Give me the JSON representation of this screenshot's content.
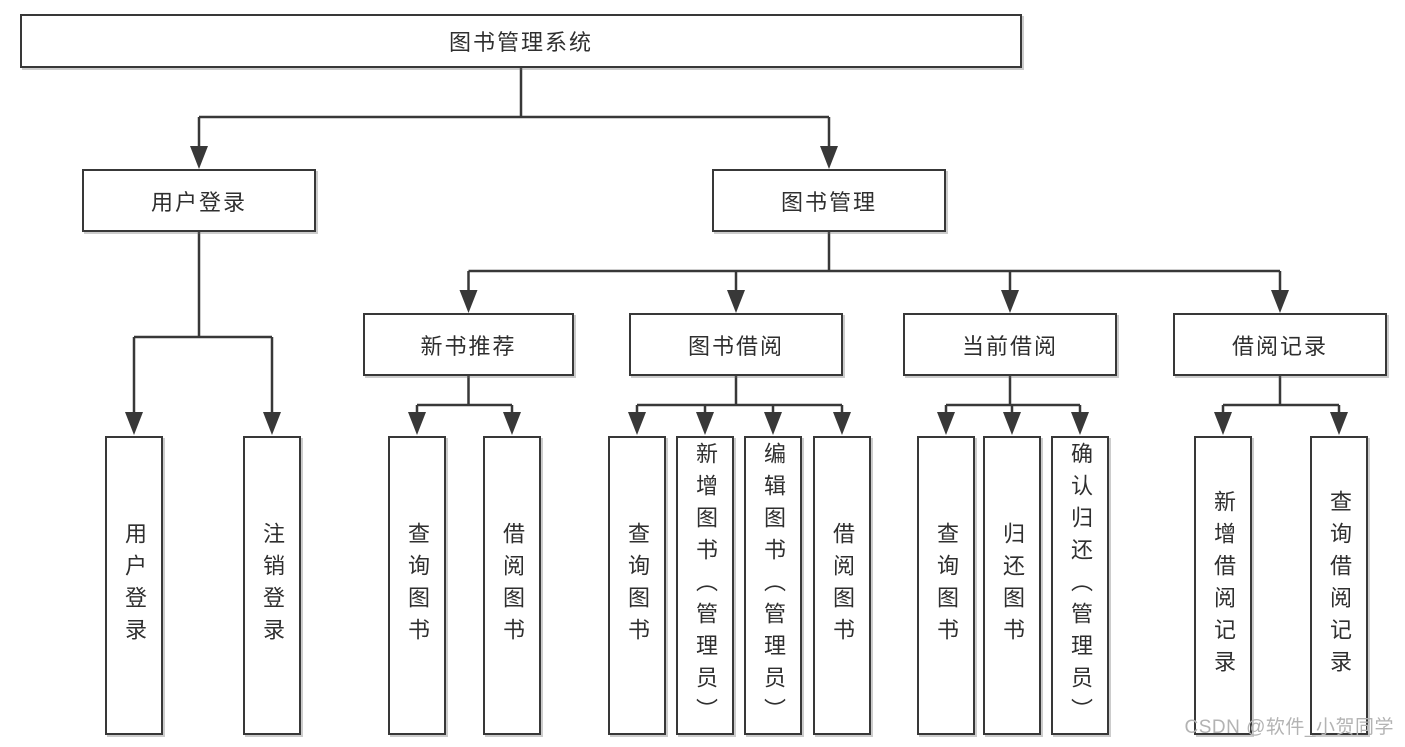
{
  "colors": {
    "line": "#383838",
    "box_border": "#383838",
    "box_background": "#ffffff",
    "text": "#2f2f2f",
    "watermark_text": "#b3b3b3",
    "page_background": "#ffffff"
  },
  "tree": {
    "root": {
      "label": "图书管理系统"
    },
    "branches": [
      {
        "label": "用户登录",
        "leaves": [
          {
            "label": "用户登录"
          },
          {
            "label": "注销登录"
          }
        ]
      },
      {
        "label": "图书管理",
        "groups": [
          {
            "label": "新书推荐",
            "leaves": [
              {
                "label": "查询图书"
              },
              {
                "label": "借阅图书"
              }
            ]
          },
          {
            "label": "图书借阅",
            "leaves": [
              {
                "label": "查询图书"
              },
              {
                "label": "新增图书（管理员）"
              },
              {
                "label": "编辑图书（管理员）"
              },
              {
                "label": "借阅图书"
              }
            ]
          },
          {
            "label": "当前借阅",
            "leaves": [
              {
                "label": "查询图书"
              },
              {
                "label": "归还图书"
              },
              {
                "label": "确认归还（管理员）"
              }
            ]
          },
          {
            "label": "借阅记录",
            "leaves": [
              {
                "label": "新增借阅记录"
              },
              {
                "label": "查询借阅记录"
              }
            ]
          }
        ]
      }
    ]
  },
  "watermark": {
    "text": "CSDN @软件_小贺同学"
  }
}
